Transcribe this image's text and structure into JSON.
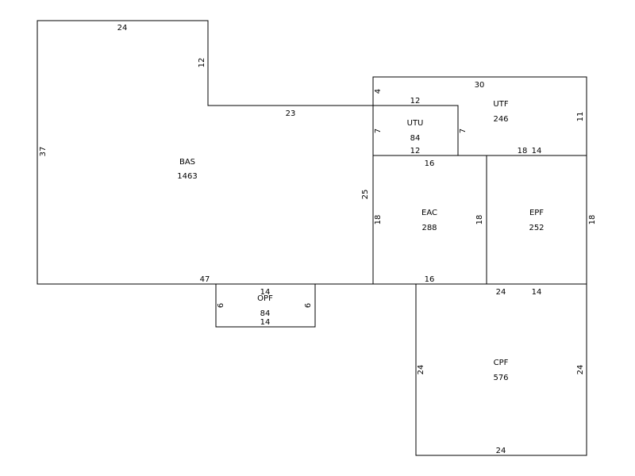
{
  "chart_data": {
    "type": "building-sketch",
    "colors": {
      "stroke": "#000000",
      "text": "#000000",
      "background": "#ffffff"
    },
    "areas": {
      "bas": {
        "code": "BAS",
        "sqft": "1463"
      },
      "utu": {
        "code": "UTU",
        "sqft": "84"
      },
      "utf": {
        "code": "UTF",
        "sqft": "246"
      },
      "eac": {
        "code": "EAC",
        "sqft": "288"
      },
      "epf": {
        "code": "EPF",
        "sqft": "252"
      },
      "opf": {
        "code": "OPF",
        "sqft": "84"
      },
      "cpf": {
        "code": "CPF",
        "sqft": "576"
      }
    },
    "dimensions": {
      "bas_top": "24",
      "bas_step": "12",
      "bas_ledge": "23",
      "bas_left": "37",
      "bas_bottom": "47",
      "bas_right": "25",
      "utf_top": "30",
      "utf_step": "4",
      "utf_right": "11",
      "utf_bottom_a": "18",
      "utf_bottom_b": "14",
      "utu_top": "12",
      "utu_left": "7",
      "utu_right": "7",
      "utu_bottom": "12",
      "eac_top": "16",
      "eac_left": "18",
      "eac_right": "18",
      "eac_bottom": "16",
      "epf_right": "18",
      "opf_top": "14",
      "opf_left": "6",
      "opf_right": "6",
      "opf_bottom": "14",
      "cpf_top": "24",
      "cpf_top_b": "14",
      "cpf_left": "24",
      "cpf_right": "24",
      "cpf_bottom": "24"
    }
  }
}
